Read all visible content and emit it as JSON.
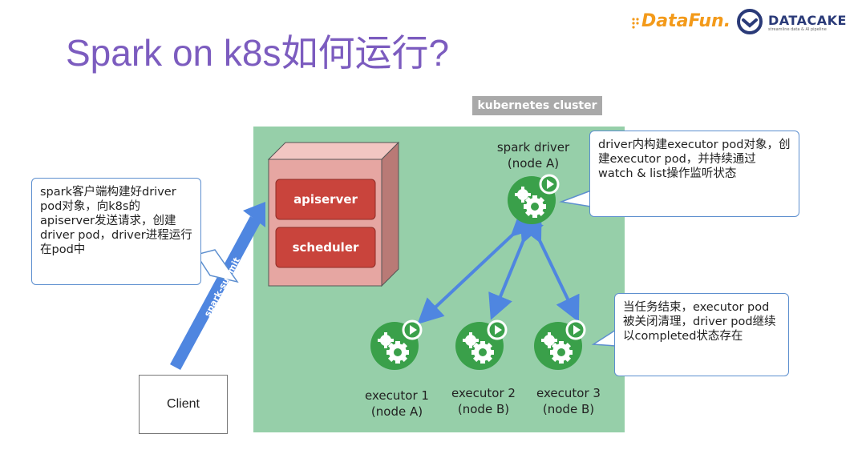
{
  "title": "Spark on k8s如何运行?",
  "logos": {
    "datafun": "DataFun.",
    "datacake": "DATACAKE",
    "datacake_sub": "streamline data & AI pipeline"
  },
  "cluster": {
    "label": "kubernetes cluster",
    "apiserver": "apiserver",
    "scheduler": "scheduler"
  },
  "submit_arrow": "spark-submit",
  "client": "Client",
  "driver": {
    "label": "spark driver\n(node A)"
  },
  "executors": [
    {
      "label": "executor 1\n(node A)"
    },
    {
      "label": "executor 2\n(node B)"
    },
    {
      "label": "executor 3\n(node B)"
    }
  ],
  "callouts": {
    "left": "spark客户端构建好driver pod对象，向k8s的apiserver发送请求，创建driver pod，driver进程运行在pod中",
    "top_right": "driver内构建executor pod对象，创建executor pod，并持续通过watch & list操作监听状态",
    "bottom_right": "当任务结束，executor pod被关闭清理，driver pod继续以completed状态存在"
  },
  "colors": {
    "title": "#7c5cbf",
    "cluster_bg": "#96cfa9",
    "pod_green": "#3aa04a",
    "arrow_blue": "#4f86e0",
    "box_red": "#c9443c",
    "box_pink": "#e6a6a2"
  }
}
